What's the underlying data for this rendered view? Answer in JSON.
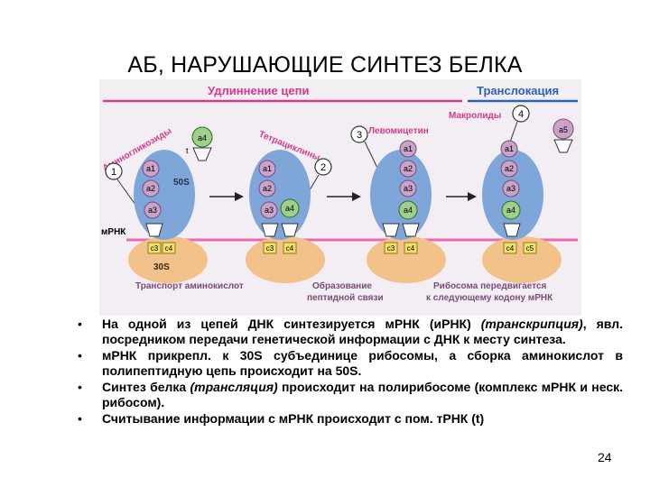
{
  "slide": {
    "title": "АБ, НАРУШАЮЩИЕ СИНТЕЗ БЕЛКА",
    "page_number": "24"
  },
  "diagram": {
    "header_elongation": "Удлиннение цепи",
    "header_translocation": "Транслокация",
    "antibiotics": {
      "aminoglycosides": "Аминогликозиды",
      "tetracyclines": "Тетрациклины",
      "levomycetin": "Левомицетин",
      "macrolides": "Макролиды"
    },
    "numbers": [
      "1",
      "2",
      "3",
      "4"
    ],
    "mrna_label": "мРНК",
    "subunit_50s": "50S",
    "subunit_30s": "30S",
    "t_label": "t",
    "step_captions": {
      "transport": "Транспорт аминокислот",
      "peptide_line1": "Образование",
      "peptide_line2": "пептидной связи",
      "ribosome_line1": "Рибосома передвигается",
      "ribosome_line2": "к следующему кодону мРНК"
    },
    "panels": [
      {
        "amino": [
          "a1",
          "a2",
          "a3"
        ],
        "codons": [
          "c3",
          "c4"
        ],
        "free_trna": "a4"
      },
      {
        "amino": [
          "a1",
          "a2",
          "a3",
          "a4"
        ],
        "codons": [
          "c3",
          "c4"
        ]
      },
      {
        "amino": [
          "a1",
          "a2",
          "a3",
          "a4"
        ],
        "codons": [
          "c3",
          "c4"
        ]
      },
      {
        "amino": [
          "a1",
          "a2",
          "a3",
          "a4"
        ],
        "codons": [
          "c4",
          "c5"
        ],
        "free_trna": "a5"
      }
    ],
    "colors": {
      "ribosome_50s": "#7fa6d8",
      "ribosome_30s": "#f2c28a",
      "amino_acid": "#c9a4c8",
      "codon": "#f3e06a",
      "free_trna": "#9fd08a",
      "mrna": "#e86bb0",
      "step_caption": "#7a4a7a",
      "header": "#d23a8c",
      "drug_label": "#d23a8c"
    }
  },
  "bullets": [
    {
      "parts": [
        {
          "text": "На одной из цепей ДНК синтезируется мРНК (иРНК) ",
          "italic": false
        },
        {
          "text": "(транскрипция)",
          "italic": true
        },
        {
          "text": ", явл. посредником передачи генетической информации с ДНК к месту синтеза.",
          "italic": false
        }
      ]
    },
    {
      "parts": [
        {
          "text": "мРНК прикрепл. к 30S субъединице рибосомы, а сборка аминокислот в полипептидную цепь происходит на 50S.",
          "italic": false
        }
      ]
    },
    {
      "parts": [
        {
          "text": "Синтез белка ",
          "italic": false
        },
        {
          "text": "(трансляция)",
          "italic": true
        },
        {
          "text": " происходит на полирибосоме (комплекс мРНК и неск. рибосом).",
          "italic": false
        }
      ]
    },
    {
      "parts": [
        {
          "text": "Считывание информации с мРНК происходит с пом. тРНК (t)",
          "italic": false
        }
      ]
    }
  ],
  "bullet_symbol": "•"
}
